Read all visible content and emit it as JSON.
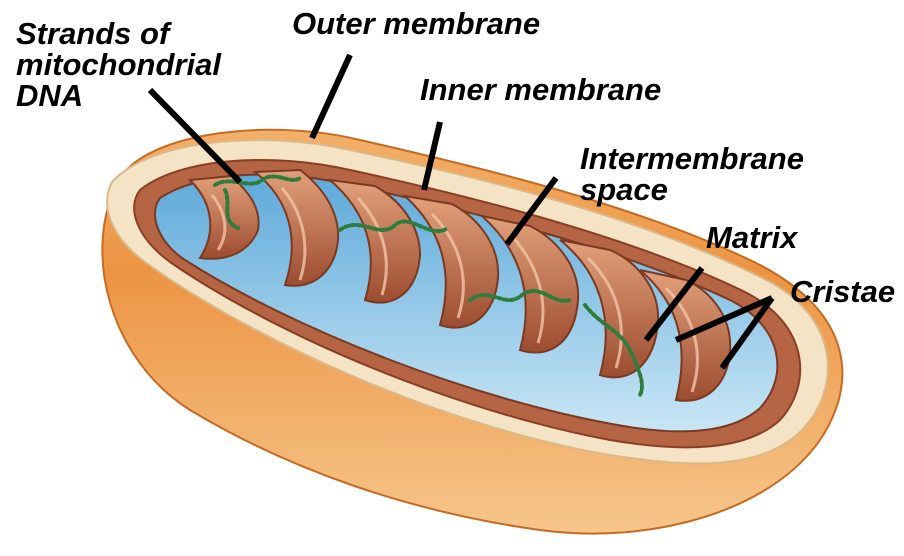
{
  "labels": {
    "strands": [
      "Strands of",
      "mitochondrial",
      "DNA"
    ],
    "outer_membrane": "Outer membrane",
    "inner_membrane": "Inner membrane",
    "intermembrane": [
      "Intermembrane",
      "space"
    ],
    "matrix": "Matrix",
    "cristae": "Cristae"
  },
  "colors": {
    "outer_shell": "#e98a33",
    "outer_shell_light": "#f7c78e",
    "rim_cream": "#f6e8cf",
    "membrane_brown": "#a8583a",
    "membrane_light": "#d7956d",
    "matrix_blue": "#a8d4ec",
    "matrix_deep": "#5aa2d4",
    "dna_green": "#2f7d3c",
    "leader_line": "#000000"
  },
  "icons": [
    "mitochondrion-illustration"
  ]
}
